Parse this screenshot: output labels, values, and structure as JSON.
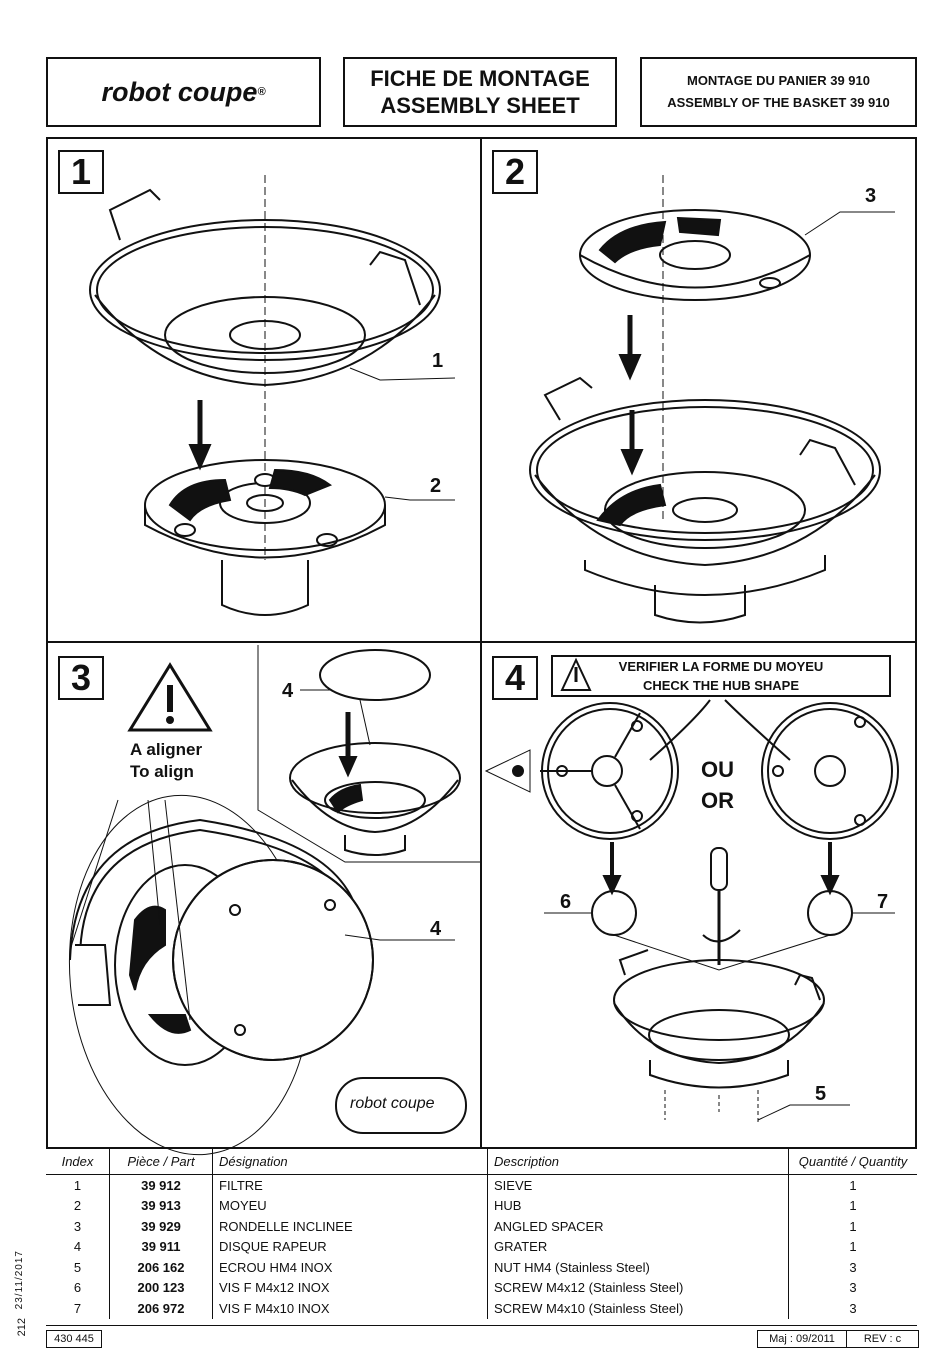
{
  "header": {
    "logo_text": "robot coupe",
    "title_fr": "FICHE DE MONTAGE",
    "title_en": "ASSEMBLY SHEET",
    "subtitle_fr": "MONTAGE DU PANIER 39 910",
    "subtitle_en": "ASSEMBLY OF THE BASKET 39 910"
  },
  "steps": [
    "1",
    "2",
    "3",
    "4"
  ],
  "callouts": {
    "c1": "1",
    "c2": "2",
    "c3": "3",
    "c4a": "4",
    "c4b": "4",
    "c5": "5",
    "c6": "6",
    "c7": "7"
  },
  "step3": {
    "align_fr": "A aligner",
    "align_en": "To align",
    "logo_text": "robot coupe"
  },
  "step4": {
    "check_fr": "VERIFIER LA FORME DU MOYEU",
    "check_en": "CHECK THE HUB SHAPE",
    "or_fr": "OU",
    "or_en": "OR"
  },
  "table": {
    "headers": [
      "Index",
      "Pièce / Part",
      "Désignation",
      "Description",
      "Quantité / Quantity"
    ],
    "rows": [
      [
        "1",
        "39 912",
        "FILTRE",
        "SIEVE",
        "1"
      ],
      [
        "2",
        "39 913",
        "MOYEU",
        "HUB",
        "1"
      ],
      [
        "3",
        "39 929",
        "RONDELLE INCLINEE",
        "ANGLED SPACER",
        "1"
      ],
      [
        "4",
        "39 911",
        "DISQUE RAPEUR",
        "GRATER",
        "1"
      ],
      [
        "5",
        "206 162",
        "ECROU HM4 INOX",
        "NUT HM4 (Stainless Steel)",
        "3"
      ],
      [
        "6",
        "200 123",
        "VIS F M4x12 INOX",
        "SCREW M4x12 (Stainless Steel)",
        "3"
      ],
      [
        "7",
        "206 972",
        "VIS F M4x10 INOX",
        "SCREW M4x10 (Stainless Steel)",
        "3"
      ]
    ]
  },
  "footer": {
    "doc_number": "430 445",
    "maj": "Maj : 09/2011",
    "rev": "REV : c"
  },
  "margin": {
    "date": "23/11/2017",
    "page": "212"
  }
}
